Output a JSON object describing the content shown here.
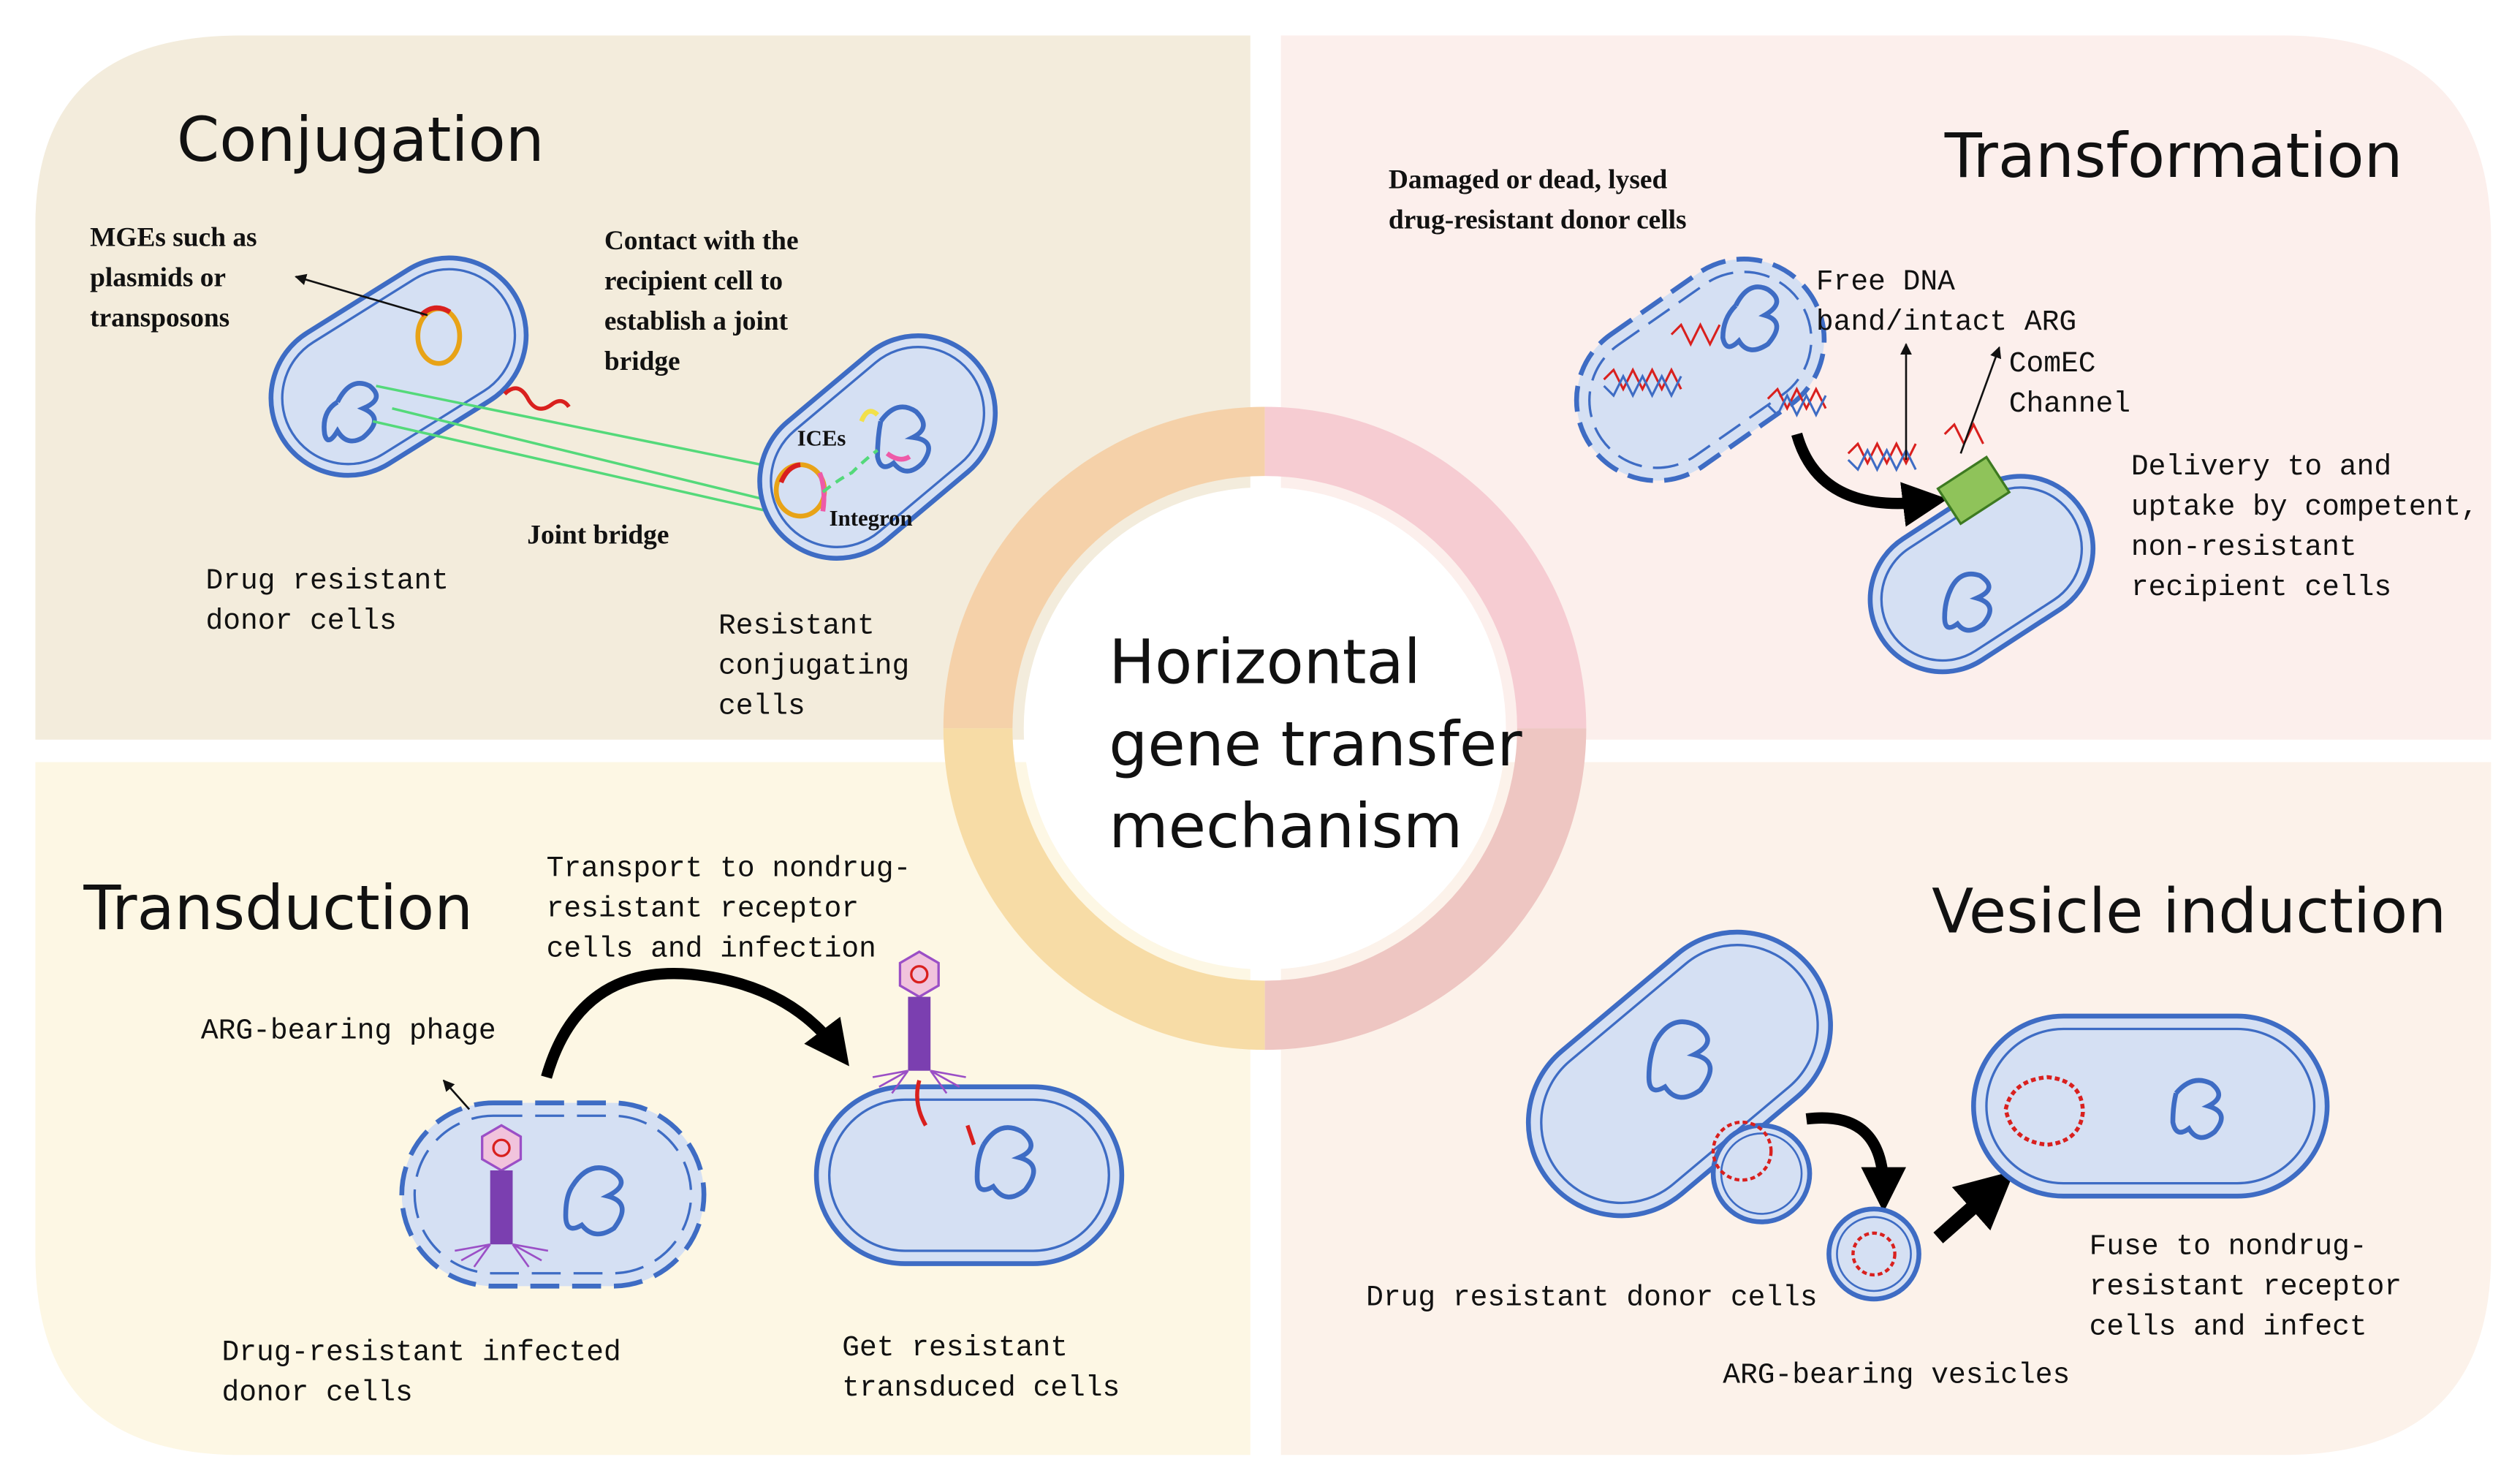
{
  "center": {
    "line1": "Horizontal",
    "line2": "gene transfer",
    "line3": "mechanism"
  },
  "conjugation": {
    "title": "Conjugation",
    "mges": [
      "MGEs such as",
      "plasmids or",
      "transposons"
    ],
    "contact": [
      "Contact with the",
      "recipient cell to",
      "establish a joint",
      "bridge"
    ],
    "ices": "ICEs",
    "integron": "Integron",
    "joint_bridge": "Joint bridge",
    "donor": [
      "Drug resistant",
      "donor cells"
    ],
    "recipient": [
      "Resistant",
      "conjugating",
      "cells"
    ]
  },
  "transformation": {
    "title": "Transformation",
    "donor": [
      "Damaged or dead, lysed",
      "drug-resistant donor cells"
    ],
    "free_dna": [
      "Free DNA",
      "band/intact ARG"
    ],
    "comec": [
      "ComEC",
      "Channel"
    ],
    "delivery": [
      "Delivery to and",
      "uptake by competent,",
      "non-resistant",
      "recipient cells"
    ]
  },
  "transduction": {
    "title": "Transduction",
    "transport": [
      "Transport to nondrug-",
      "resistant receptor",
      "cells and infection"
    ],
    "phage": "ARG-bearing phage",
    "infected": [
      "Drug-resistant infected",
      "donor cells"
    ],
    "transduced": [
      "Get resistant",
      "transduced cells"
    ]
  },
  "vesicle": {
    "title": "Vesicle induction",
    "donor": "Drug resistant donor cells",
    "vesicles": "ARG-bearing vesicles",
    "fuse": [
      "Fuse to nondrug-",
      "resistant receptor",
      "cells and infect"
    ]
  },
  "colors": {
    "conjugation_bg": "#f3ecdc",
    "transformation_bg": "#fcefec",
    "transduction_bg": "#fdf7e4",
    "vesicle_bg": "#fcf2ea",
    "cell_fill": "#d5e0f3",
    "cell_stroke": "#3e6cc4",
    "ring_top_left": "#f5d1a9",
    "ring_top_right": "#f6ccd2",
    "ring_bottom_left": "#f7dca6",
    "ring_bottom_right": "#eec6c2"
  }
}
